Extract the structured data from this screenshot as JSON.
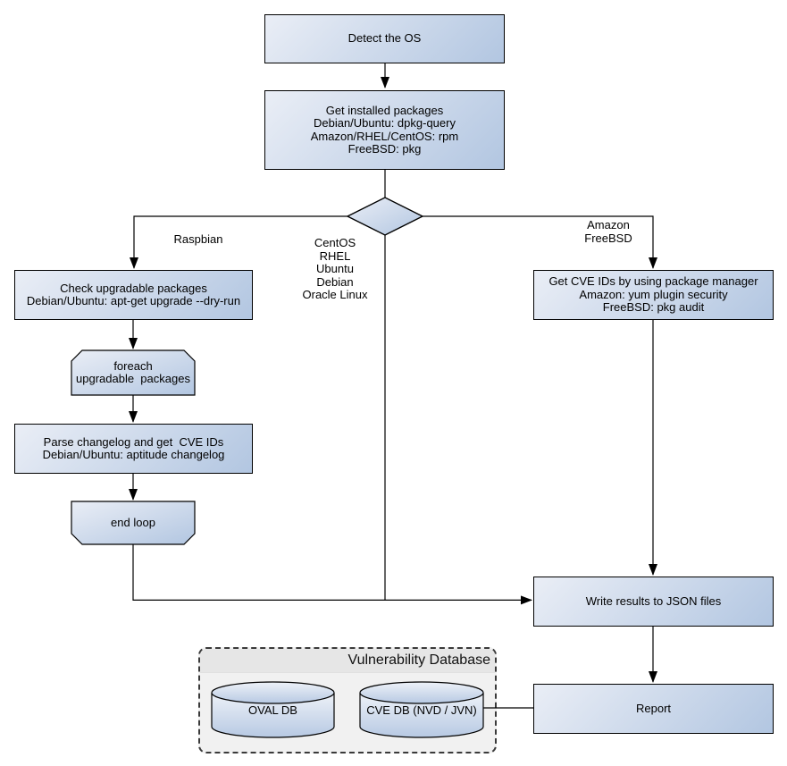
{
  "diagram": {
    "nodes": {
      "detect_os": {
        "label": "Detect the OS"
      },
      "get_installed_packages": {
        "label": "Get installed packages\nDebian/Ubuntu: dpkg-query\nAmazon/RHEL/CentOS: rpm\nFreeBSD: pkg"
      },
      "check_upgradable_packages": {
        "label": "Check upgradable packages\nDebian/Ubuntu: apt-get upgrade --dry-run"
      },
      "foreach_upgradable_packages": {
        "label": "foreach\nupgradable  packages"
      },
      "parse_changelog": {
        "label": "Parse changelog and get  CVE IDs\nDebian/Ubuntu: aptitude changelog"
      },
      "end_loop": {
        "label": "end loop"
      },
      "get_cve_ids_by_package_manager": {
        "label": "Get CVE IDs by using package manager\nAmazon: yum plugin security\nFreeBSD: pkg audit"
      },
      "write_results_json": {
        "label": "Write results to JSON files"
      },
      "report": {
        "label": "Report"
      },
      "oval_db": {
        "label": "OVAL DB"
      },
      "cve_db": {
        "label": "CVE DB (NVD / JVN)"
      }
    },
    "container": {
      "title": "Vulnerability Database"
    },
    "edge_labels": {
      "raspbian": "Raspbian",
      "os_list": "CentOS\nRHEL\nUbuntu\nDebian\nOracle Linux",
      "amazon_freebsd": "Amazon\nFreeBSD"
    },
    "colors": {
      "node_gradient_start": "#eaeef6",
      "node_gradient_end": "#b2c6e1",
      "node_border": "#000000",
      "connector": "#000000",
      "container_fill": "#f1f1f1",
      "container_titlebar_fill": "#e6e6e6",
      "container_border": "#3a3a3a",
      "text": "#000000",
      "background": "#ffffff"
    }
  }
}
